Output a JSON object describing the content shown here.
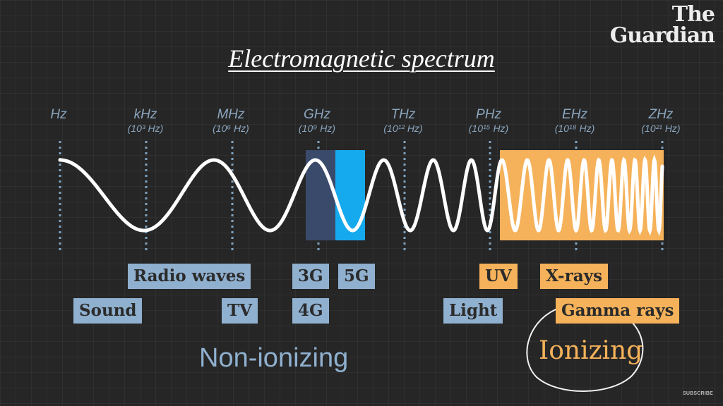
{
  "logo": {
    "line1": "The",
    "line2": "Guardian"
  },
  "title": "Electromagnetic spectrum",
  "frequencies": [
    {
      "unit": "Hz",
      "power": ""
    },
    {
      "unit": "kHz",
      "power": "(10³ Hz)"
    },
    {
      "unit": "MHz",
      "power": "(10⁶ Hz)"
    },
    {
      "unit": "GHz",
      "power": "(10⁹ Hz)"
    },
    {
      "unit": "THz",
      "power": "(10¹² Hz)"
    },
    {
      "unit": "PHz",
      "power": "(10¹⁵ Hz)"
    },
    {
      "unit": "EHz",
      "power": "(10¹⁸ Hz)"
    },
    {
      "unit": "ZHz",
      "power": "(10²¹ Hz)"
    }
  ],
  "labels": {
    "radio_waves": "Radio waves",
    "sound": "Sound",
    "tv": "TV",
    "g3": "3G",
    "g5": "5G",
    "g4": "4G",
    "uv": "UV",
    "xrays": "X-rays",
    "light": "Light",
    "gamma": "Gamma rays"
  },
  "categories": {
    "non_ionizing": "Non-ionizing",
    "ionizing": "Ionizing"
  },
  "colors": {
    "band_dark_blue": "#3a4a6b",
    "band_blue": "#15a9ee",
    "band_orange": "#f5b25a",
    "tag_blue": "#8fb0cf",
    "non_ionizing_text": "#8fb0cf",
    "ionizing_text": "#f5b25a"
  },
  "subscribe": "SUBSCRIBE"
}
